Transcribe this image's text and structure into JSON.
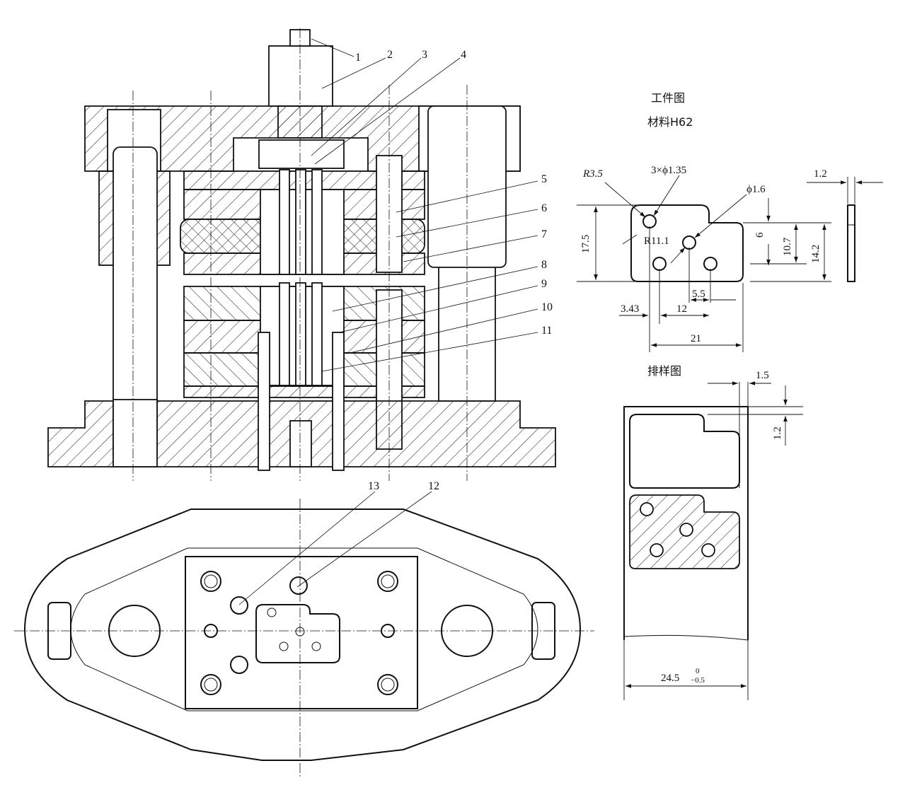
{
  "part_labels": [
    "1",
    "2",
    "3",
    "4",
    "5",
    "6",
    "7",
    "8",
    "9",
    "10",
    "11",
    "12",
    "13"
  ],
  "workpiece": {
    "title": "工件图",
    "material": "材料H62",
    "dims": {
      "r_corner": "R3.5",
      "holes_small": "3×ϕ1.35",
      "hole_large": "ϕ1.6",
      "thickness": "1.2",
      "r_hole": "R11.1",
      "height_total": "17.5",
      "h6": "6",
      "h107": "10.7",
      "h142": "14.2",
      "w343": "3.43",
      "w12": "12",
      "w55": "5.5",
      "w21": "21"
    }
  },
  "strip_layout": {
    "title": "排样图",
    "dims": {
      "gap_side": "1.5",
      "gap_row": "1.2",
      "width": "24.5",
      "tol_upper": "0",
      "tol_lower": "−0.5"
    }
  }
}
